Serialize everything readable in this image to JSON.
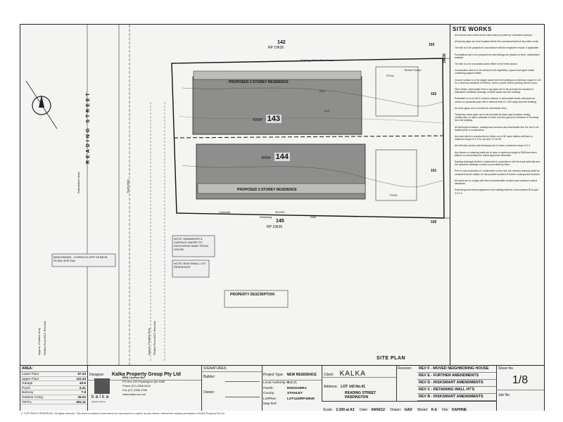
{
  "site_works": {
    "title": "SITE WORKS",
    "items": [
      "All contours and levels shown have been provided by a licensed surveyor.",
      "All survey pegs are to be located before the commencement of any earth works.",
      "The site is to be prepared in accordance with the engineer's report, if applicable.",
      "Foundations are to be prepared so that footings are placed on level, undisturbed material.",
      "The site is to be excavated and/or filled to the levels shown.",
      "Construction area is to be cleared of all vegetation, topsoil and upper strata containing organic matter.",
      "Ground surface is to be sloped away from the building at a minimum slope of 1:20 for a minimum distance of 900mm, and to a point where ponding will not occur.",
      "Ditch drains, stormwater lines or ag pipes are to be provided as required or indicated to facilitate drainage of water away from the building.",
      "Roofwater is to run off to a street channel or stormwater sewer with pipes as shown on hydraulics plan with a minimum fall of 1:100 away from the building.",
      "All down pipes are to connect to stormwater lines.",
      "Temporary down pipes are to be provided at down pipe locations during construction, to allow roofwater to drain onto the ground a minimum of 3m away from the building.",
      "All stormpipe locations, underground services and stormwater line etc. are to be located prior to construction.",
      "Any slab which is constructed on either cut or fill, taper battens will have a maximum slope of 1:1 for cut, and 1:2 for fill.",
      "All vehicular access and driveways are to have a maximum slope of 1:4",
      "Any fences or retaining walls are to have a maximum height of 1800mm when placed on a boundary line unless approved otherwise.",
      "Sanitary drainage shall be constructed in accordance with the local authority and the hydraulic drawings or plans as provided by them.",
      "Prior to any excavation or construction on the site, the relevant authority shall be contacted by the builder for the possible location of further underground services.",
      "All works are to comply with the local authorities' erosion and sediment control standards.",
      "External ground levels adjacent to the building shall be in accordance BCA part 3.3.2.3"
    ]
  },
  "plan": {
    "street_name": "READING STREET",
    "lot_top_id": "142",
    "lot_top_rp": "RP 19635",
    "lot_bottom_id": "145",
    "lot_bottom_rp": "RP 19635",
    "lot_right_a": "103",
    "lot_right_b": "102",
    "lot_right_c": "101",
    "lot_right_d": "100",
    "rp_right": "19635",
    "lot143_area": "405M²",
    "lot143_num": "143",
    "lot144_area": "405M²",
    "lot144_num": "144",
    "residence_top": "PROPOSED 2 STOREY RESIDENCE",
    "residence_bottom": "PROPOSED 2 STOREY RESIDENCE",
    "fence_label": "Existing Chain Wire Fence",
    "timber_fence": "Timber Fence",
    "pool_label": "POOL",
    "fill_label": "FILL",
    "cut_label": "CUT",
    "concrete": "Concrete",
    "retaining": "Retaining",
    "wall": "Wall",
    "boundary_dim": "401234",
    "note1": "NOTE: RAINWATER & SURFACE WATER TO DISCHARGE AWAY FROM HOUSE",
    "note2": "NOTE: NEW SMALL LOT RESIDENCE",
    "benchmark": "BENCHMARK - SCREW IN OPP. KERB RL 25.32m AHD Dat.",
    "reticulation": "Reticulation Main",
    "trunk_main": "Trunk Main",
    "approx_pos": "Approx. Position Only",
    "plotted_bcc": "Plotted From BCC Records",
    "prop_desc_title": "PROPERTY DESCRIPTION",
    "site_plan_label": "SITE PLAN",
    "copyright": "© COPYRIGHT RESERVED. All rights reserved. This work is subject to and cannot be reproduced or copied, by any means, without the express permission of Kalka Property Pty Ltd."
  },
  "title_block": {
    "area_header": "AREA:",
    "areas": [
      {
        "label": "Lower Floor",
        "value": "97.33"
      },
      {
        "label": "Upper Floor",
        "value": "111.44"
      },
      {
        "label": "Garage",
        "value": "42.6"
      },
      {
        "label": "Porch",
        "value": "5.31"
      },
      {
        "label": "Balcony",
        "value": "7.8"
      },
      {
        "label": "Outdoor Living",
        "value": "26.63"
      },
      {
        "label": "TOTAL",
        "value": "291.11"
      }
    ],
    "designer_label": "Designer:",
    "designer": "Kalka Property Group Pty Ltd",
    "bsa": "BSA Licence No:",
    "po_box": "PO Box 225 Paddington Qld 4065",
    "phone": "Phone (07) 3368 2615",
    "fax": "Fax (07) 3368 2786",
    "web": "www.kalka.com.au",
    "logo_text": "kalka",
    "logo_sub": "property group",
    "signatures_label": "SIGNATURES:",
    "builder_label": "Builder:",
    "owner_label": "Owner:",
    "project_type_label": "Project Type:",
    "project_type": "NEW RESIDENCE",
    "local_auth_label": "Local Authority:",
    "local_auth": "B.C.C.",
    "parish_label": "Parish:",
    "parish": "ENOGGERA",
    "county_label": "County:",
    "county": "STANLEY",
    "lotplan_label": "Lot/Plan:",
    "lotplan": "LOT143/RP19635",
    "map_ref_label": "Map Ref:",
    "client_label": "Client:",
    "client": "KALKA",
    "address_label": "Address:",
    "address1": "LOT 143 No.41",
    "address2": "READING STREET",
    "address3": "PADDINGTON",
    "revision_label": "Revision:",
    "revisions": [
      "REV F - MOVED NEIGHBORING HOUSE",
      "REV E - FURTHER AMENDMENTS",
      "REV D - RISKSMART AMENDMENTS",
      "REV C - RETAINING WALL HT'S",
      "REV B - RISKSMART AMENDMENTS"
    ],
    "scale_label": "Scale:",
    "scale": "1:200 at A3",
    "date_label": "Date:",
    "date": "04/04/12",
    "drawn_label": "Drawn:",
    "drawn": "GAD",
    "model_label": "Model:",
    "model": "K-6",
    "file_label": "File:",
    "file": "DAPHNE",
    "sheet_label": "Sheet No.",
    "sheet": "1/8",
    "job_label": "Job No."
  }
}
